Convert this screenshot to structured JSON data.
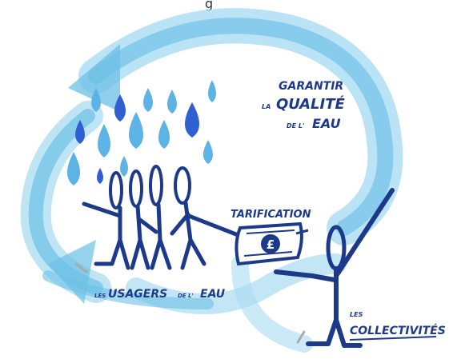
{
  "diagram": {
    "top_cropped_text": "g",
    "label_quality": {
      "line1": "GARANTIR",
      "line2_small": "LA",
      "line2_big": "QUALITÉ",
      "line3_small": "DE L'",
      "line3_big": "EAU"
    },
    "label_pricing": "TARIFICATION",
    "currency_symbol": "£",
    "label_users": {
      "small": "LES",
      "big": "USAGERS",
      "small2": "DE L'",
      "big2": "EAU"
    },
    "label_communities": {
      "small": "LES",
      "big": "COLLECTIVITÉS"
    },
    "colors": {
      "cycle_arrow": "#6cc0e6",
      "cycle_arrow_light": "#a9dcf2",
      "drop_light": "#5db3e3",
      "drop_dark": "#2f5fd1",
      "ink": "#1d3a8a"
    }
  }
}
